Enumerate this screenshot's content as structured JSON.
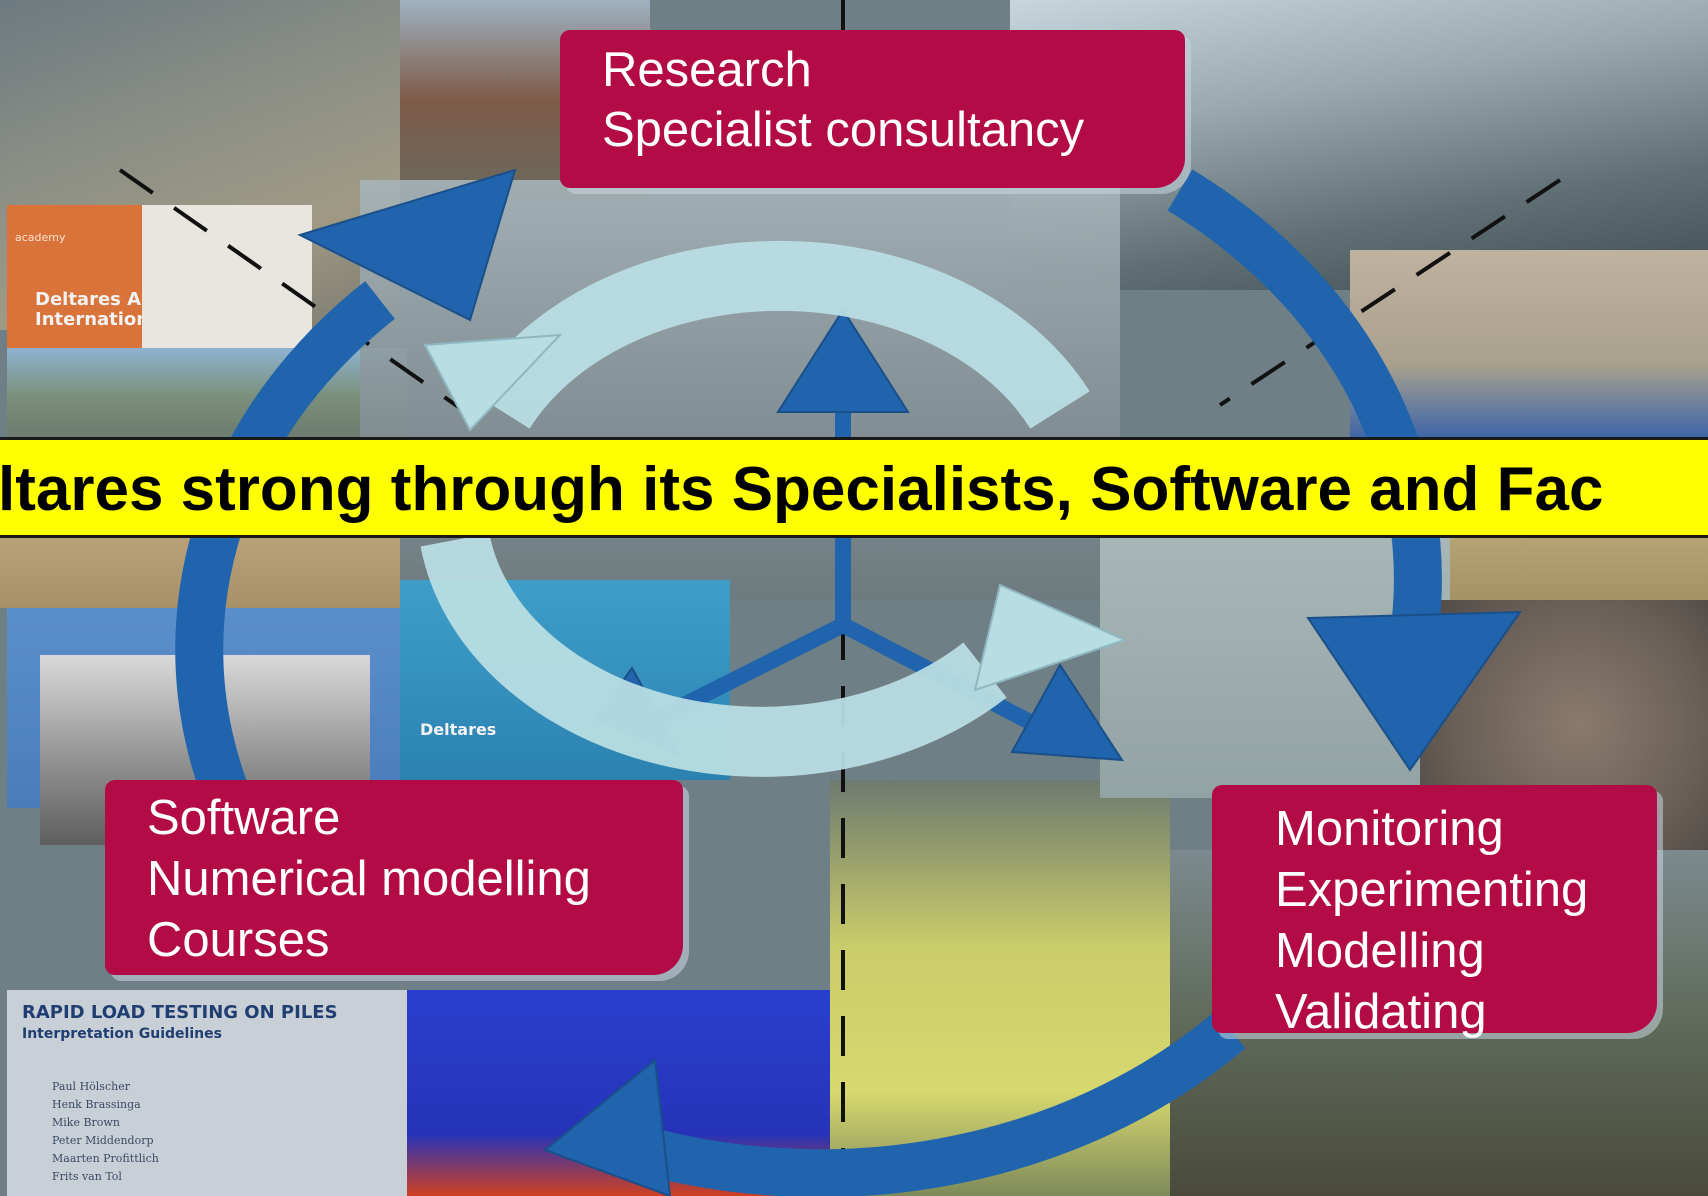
{
  "banner": {
    "text": "ltares strong through its Specialists, Software and Fac"
  },
  "boxes": {
    "research": {
      "lines": [
        "Research",
        "Specialist consultancy"
      ]
    },
    "software": {
      "lines": [
        "Software",
        "Numerical modelling",
        "Courses"
      ]
    },
    "monitoring": {
      "lines": [
        "Monitoring",
        "Experimenting",
        "Modelling",
        "Validating"
      ]
    }
  },
  "photos": {
    "academy_cover": {
      "small": "academy",
      "title1": "Deltares Academy",
      "title2": "International Courses"
    },
    "book_cover": {
      "title": "RAPID LOAD TESTING ON PILES",
      "subtitle": "Interpretation Guidelines",
      "authors": [
        "Paul Hölscher",
        "Henk Brassinga",
        "Mike Brown",
        "Peter Middendorp",
        "Maarten Profittlich",
        "Frits van Tol"
      ]
    },
    "deltares_cover": {
      "label": "Deltares"
    }
  },
  "colors": {
    "box": "#b30b45",
    "outer_arrows": "#1f64ad",
    "inner_cycle": "#b8dde3",
    "banner": "#ffff00"
  }
}
